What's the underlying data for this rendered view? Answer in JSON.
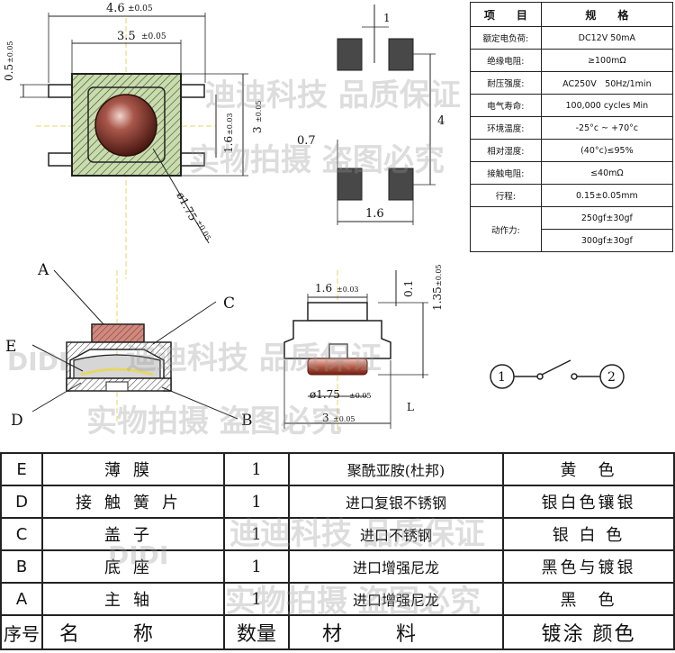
{
  "dimensions": {
    "top_width_total": "4.6",
    "top_width_total_tol": "±0.05",
    "top_width_inner": "3.5",
    "top_width_inner_tol": "±0.05",
    "left_pin": "0.5",
    "left_pin_tol": "±0.05",
    "height_1_6": "1.6",
    "height_1_6_tol": "±0.03",
    "height_3": "3",
    "height_3_tol": "±0.05",
    "diameter": "ø1.75",
    "diameter_tol": "±0.05",
    "pad_gap": "1",
    "pad_pitch": "4",
    "pad_center": "0.7",
    "pad_span": "1.6",
    "side_1_6": "1.6",
    "side_1_6_tol": "±0.03",
    "side_0_1": "0.1",
    "side_1_35": "1.35",
    "side_1_35_tol": "±0.05",
    "side_diameter": "ø1.75",
    "side_diameter_tol": "±0.05",
    "side_3": "3",
    "side_3_tol": "±0.05",
    "side_l": "L"
  },
  "callouts": {
    "a": "A",
    "b": "B",
    "c": "C",
    "d": "D",
    "e": "E"
  },
  "switch": {
    "terminal_1": "1",
    "terminal_2": "2"
  },
  "spec_table": {
    "headers": [
      "项　　目",
      "规　　格"
    ],
    "rows": [
      [
        "额定电负荷:",
        "DC12V 50mA"
      ],
      [
        "绝缘电阻:",
        "≥100mΩ"
      ],
      [
        "耐压强度:",
        "AC250V　50Hz/1min"
      ],
      [
        "电气寿命:",
        "100,000 cycles Min"
      ],
      [
        "环境温度:",
        "-25°c ~ +70°c"
      ],
      [
        "相对湿度:",
        "(40°c)≤95%"
      ],
      [
        "接触电阻:",
        "≤40mΩ"
      ],
      [
        "行程:",
        "0.15±0.05mm"
      ]
    ],
    "force_label": "动作力:",
    "force_values": [
      "250gf±30gf",
      "300gf±30gf"
    ]
  },
  "bom": {
    "rows": [
      [
        "E",
        "薄膜",
        "1",
        "聚酰亚胺(杜邦)",
        "黄　色"
      ],
      [
        "D",
        "接触簧片",
        "1",
        "进口复银不锈钢",
        "银白色镶银"
      ],
      [
        "C",
        "盖子",
        "1",
        "进口不锈钢",
        "银 白 色"
      ],
      [
        "B",
        "底座",
        "1",
        "进口增强尼龙",
        "黑色与镀银"
      ],
      [
        "A",
        "主轴",
        "1",
        "进口增强尼龙",
        "黑　色"
      ]
    ],
    "header": [
      "序号",
      "名称",
      "数量",
      "材料",
      "镀涂 颜色"
    ]
  },
  "watermarks": [
    "迪迪科技 品质保证",
    "实物拍摄 盗图必究",
    "DIDI"
  ],
  "colors": {
    "body_fill": "#c6d9a8",
    "actuator": "#8a3a2c",
    "cap_top": "#c97b72",
    "center_line": "#e8d96a",
    "pad": "#444444"
  }
}
